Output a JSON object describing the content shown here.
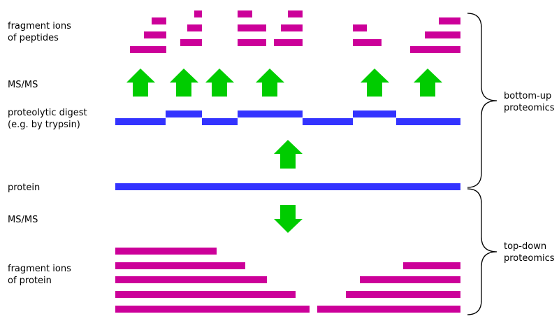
{
  "labels": {
    "fragment_ions_peptides": [
      "fragment ions",
      "of peptides"
    ],
    "msms_top": "MS/MS",
    "proteolytic_digest": [
      "proteolytic digest",
      "(e.g. by trypsin)"
    ],
    "protein": "protein",
    "msms_bottom": "MS/MS",
    "fragment_ions_protein": [
      "fragment ions",
      "of protein"
    ],
    "bottom_up": [
      "bottom-up",
      "proteomics"
    ],
    "top_down": [
      "top-down",
      "proteomics"
    ]
  },
  "colors": {
    "protein": "#3333ff",
    "fragment": "#cc0099",
    "arrow": "#00cc00",
    "text": "#000000"
  }
}
